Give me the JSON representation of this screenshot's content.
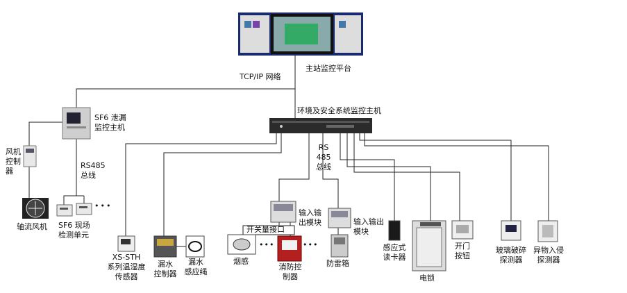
{
  "platform": {
    "label": "主站监控平台",
    "network_label": "TCP/IP 网络"
  },
  "host": {
    "label": "环境及安全系统监控主机",
    "bus_lines": [
      "RS",
      "485",
      "总线"
    ]
  },
  "sf6": {
    "host_lines": [
      "SF6 泄漏",
      "监控主机"
    ],
    "bus_lines": [
      "RS485",
      "总线"
    ],
    "fan_controller_lines": [
      "风机",
      "控制",
      "器"
    ],
    "axial_fan": "轴流风机",
    "detector_lines": [
      "SF6 现场",
      "检测单元"
    ]
  },
  "devices": {
    "xs_sth": [
      "XS-STH",
      "系列温湿度",
      "传感器"
    ],
    "water_controller": [
      "漏水",
      "控制器"
    ],
    "water_rope": [
      "漏水",
      "感应绳"
    ],
    "switch_input": "开关量接口",
    "smoke": "烟感",
    "fire_controller": [
      "消防控",
      "制器"
    ],
    "io_module_1": [
      "输入输",
      "出模块"
    ],
    "io_module_2": "输入输出模块",
    "lightning_box": "防雷箱",
    "card_reader": [
      "感应式",
      "读卡器"
    ],
    "door_lock": "电锁",
    "door_button": [
      "开门",
      "按钮"
    ],
    "glass_detector": [
      "玻璃破碎",
      "探测器"
    ],
    "intrusion_detector": [
      "异物入侵",
      "探测器"
    ]
  },
  "dots": "•••"
}
